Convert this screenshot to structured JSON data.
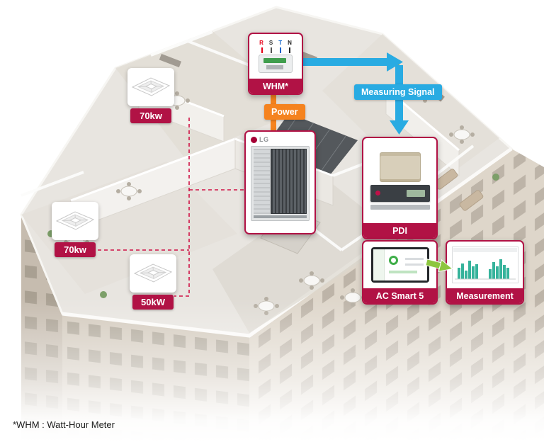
{
  "footnote": "*WHM : Watt-Hour Meter",
  "indoor_units": [
    {
      "label": "70kw"
    },
    {
      "label": "70kw"
    },
    {
      "label": "50kW"
    }
  ],
  "whm": {
    "label": "WHM*",
    "terminals": [
      "R",
      "S",
      "T",
      "N"
    ]
  },
  "connections": {
    "power": "Power",
    "measuring_signal": "Measuring Signal"
  },
  "outdoor_unit": {
    "brand": "LG"
  },
  "pdi": {
    "label": "PDI"
  },
  "ac_smart": {
    "label": "AC Smart 5"
  },
  "measurement": {
    "label": "Measurement"
  },
  "colors": {
    "accent_red": "#b11245",
    "signal_blue": "#29abe2",
    "power_orange": "#f5831f",
    "arrow_green": "#8dc63f"
  }
}
